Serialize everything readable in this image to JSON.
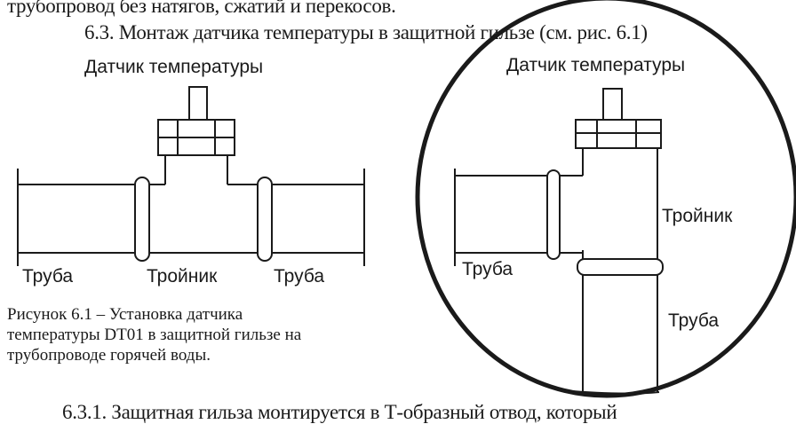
{
  "text": {
    "line1": "трубопровод без натягов, сжатий и перекосов.",
    "line2": "6.3. Монтаж датчика температуры в защитной гильзе (см. рис. 6.1)",
    "caption": "Рисунок 6.1 – Установка датчика температуры DT01 в защитной гильзе на трубопроводе горячей воды.",
    "line3": "6.3.1. Защитная гильза монтируется в Т-образный отвод, который"
  },
  "figure_left": {
    "sensor_label": "Датчик температуры",
    "pipe_left": "Труба",
    "tee": "Тройник",
    "pipe_right": "Труба"
  },
  "figure_right": {
    "sensor_label": "Датчик температуры",
    "tee": "Тройник",
    "pipe_left": "Труба",
    "pipe_bottom": "Труба"
  }
}
